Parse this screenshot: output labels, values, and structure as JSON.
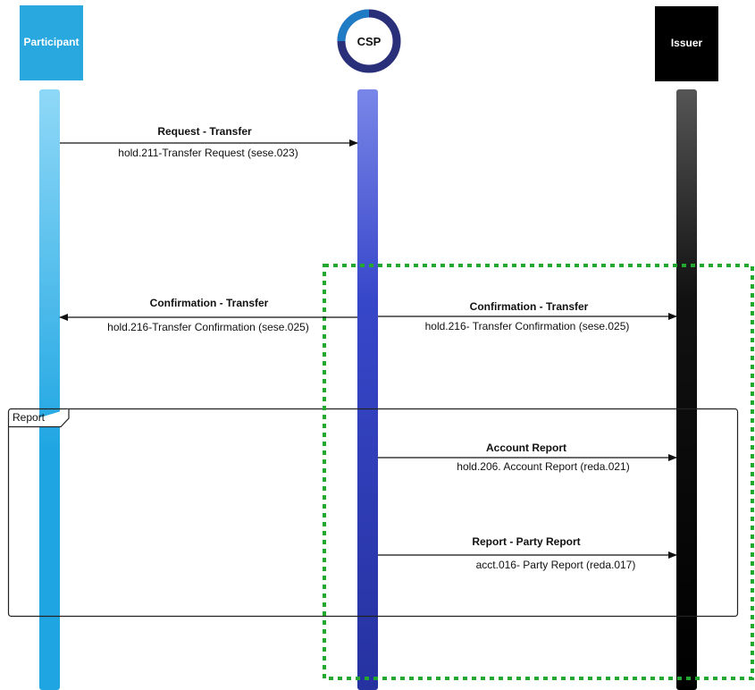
{
  "participants": {
    "participant": {
      "label": "Participant",
      "color": "#29A8E0"
    },
    "csp": {
      "label": "CSP",
      "ring_primary": "#2A2F7A",
      "ring_accent": "#1E7BC4"
    },
    "issuer": {
      "label": "Issuer",
      "color": "#000000"
    }
  },
  "lifeline_colors": {
    "participant": [
      "#8FD8F7",
      "#1FA6E2"
    ],
    "csp": [
      "#7986E8",
      "#3747C9",
      "#2632A0"
    ],
    "issuer": [
      "#555555",
      "#111111",
      "#000000"
    ]
  },
  "messages": [
    {
      "title": "Request - Transfer",
      "subtitle": "hold.211-Transfer Request (sese.023)"
    },
    {
      "title": "Confirmation - Transfer",
      "subtitle": "hold.216-Transfer Confirmation (sese.025)"
    },
    {
      "title": "Confirmation - Transfer",
      "subtitle": "hold.216- Transfer Confirmation (sese.025)"
    },
    {
      "title": "Account Report",
      "subtitle": "hold.206. Account Report (reda.021)"
    },
    {
      "title": "Report - Party Report",
      "subtitle": "acct.016- Party Report  (reda.017)"
    }
  ],
  "frame": {
    "label": "Report"
  },
  "highlight": {
    "color": "#22A82E"
  }
}
